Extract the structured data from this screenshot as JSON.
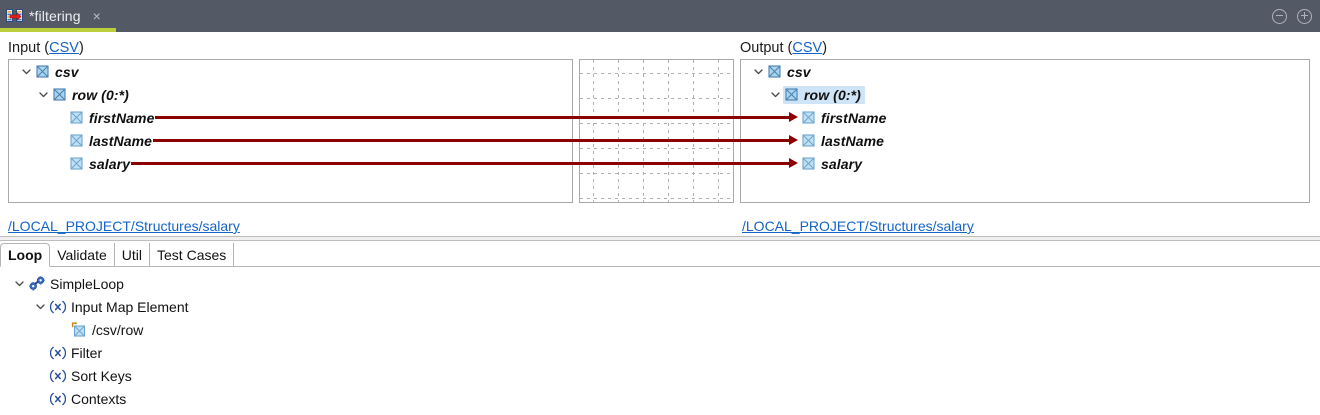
{
  "window": {
    "tab": {
      "label": "*filtering",
      "icon": "mapping-icon",
      "close_icon": "×",
      "accent_color": "#bcce3c",
      "bar_color": "#535965"
    },
    "controls": [
      {
        "name": "minimize-button",
        "glyph": "−"
      },
      {
        "name": "maximize-button",
        "glyph": "+"
      }
    ]
  },
  "mapping": {
    "input": {
      "header_text": "Input (",
      "header_link": "CSV",
      "header_suffix": ")",
      "path_link": "/LOCAL_PROJECT/Structures/salary",
      "tree": [
        {
          "label": "csv",
          "icon": "element-icon",
          "expanded": true,
          "depth": 0,
          "selected": false
        },
        {
          "label": "row (0:*)",
          "icon": "element-icon",
          "expanded": true,
          "depth": 1,
          "selected": false
        },
        {
          "label": "firstName",
          "icon": "attribute-icon",
          "expanded": null,
          "depth": 2,
          "selected": false
        },
        {
          "label": "lastName",
          "icon": "attribute-icon",
          "expanded": null,
          "depth": 2,
          "selected": false
        },
        {
          "label": "salary",
          "icon": "attribute-icon",
          "expanded": null,
          "depth": 2,
          "selected": false
        }
      ]
    },
    "output": {
      "header_text": "Output (",
      "header_link": "CSV",
      "header_suffix": ")",
      "path_link": "/LOCAL_PROJECT/Structures/salary",
      "tree": [
        {
          "label": "csv",
          "icon": "element-icon",
          "expanded": true,
          "depth": 0,
          "selected": false
        },
        {
          "label": "row (0:*)",
          "icon": "element-icon",
          "expanded": true,
          "depth": 1,
          "selected": true
        },
        {
          "label": "firstName",
          "icon": "attribute-icon",
          "expanded": null,
          "depth": 2,
          "selected": false
        },
        {
          "label": "lastName",
          "icon": "attribute-icon",
          "expanded": null,
          "depth": 2,
          "selected": false
        },
        {
          "label": "salary",
          "icon": "attribute-icon",
          "expanded": null,
          "depth": 2,
          "selected": false
        }
      ]
    },
    "connections": [
      {
        "from": "firstName",
        "to": "firstName",
        "color": "#8b0000"
      },
      {
        "from": "lastName",
        "to": "lastName",
        "color": "#8b0000"
      },
      {
        "from": "salary",
        "to": "salary",
        "color": "#8b0000"
      }
    ],
    "grid_panel": {
      "name": "connection-grid",
      "dashed": true
    }
  },
  "bottom": {
    "tabs": [
      {
        "label": "Loop",
        "active": true
      },
      {
        "label": "Validate",
        "active": false
      },
      {
        "label": "Util",
        "active": false
      },
      {
        "label": "Test Cases",
        "active": false
      }
    ],
    "tree": [
      {
        "label": "SimpleLoop",
        "icon": "loop-gears-icon",
        "expanded": true,
        "depth": 0
      },
      {
        "label": "Input Map Element",
        "icon": "function-x-icon",
        "expanded": true,
        "depth": 1
      },
      {
        "label": "/csv/row",
        "icon": "map-element-icon",
        "expanded": null,
        "depth": 2
      },
      {
        "label": "Filter",
        "icon": "function-x-icon",
        "expanded": null,
        "depth": 1
      },
      {
        "label": "Sort Keys",
        "icon": "function-x-icon",
        "expanded": null,
        "depth": 1
      },
      {
        "label": "Contexts",
        "icon": "function-x-icon",
        "expanded": null,
        "depth": 1
      }
    ]
  }
}
